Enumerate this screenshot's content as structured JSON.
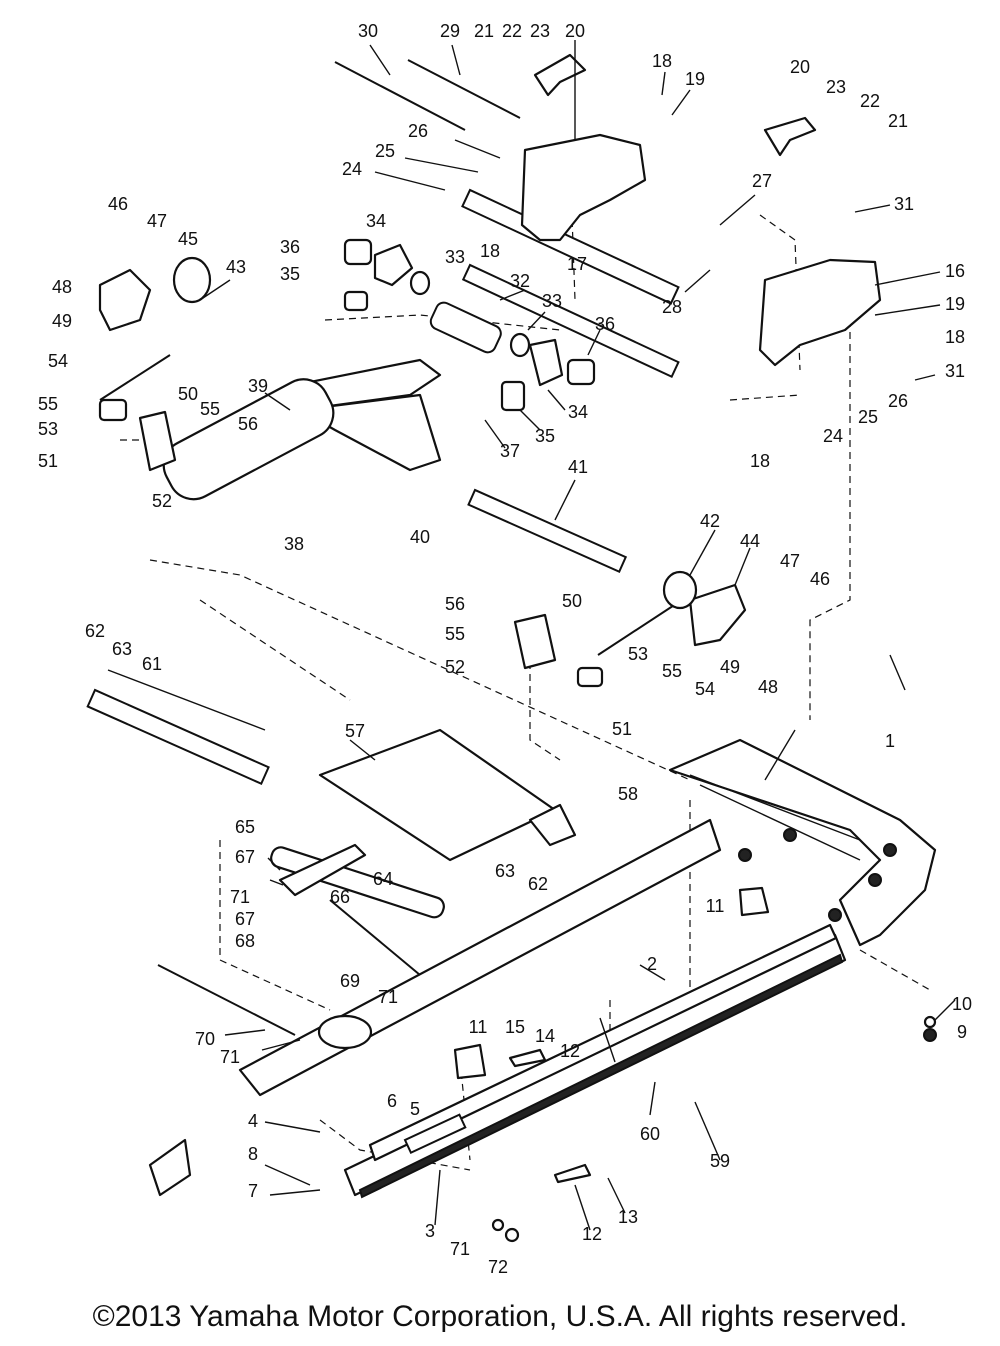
{
  "labels": [
    "30",
    "29",
    "21",
    "22",
    "23",
    "20",
    "18",
    "19",
    "20",
    "23",
    "22",
    "21",
    "26",
    "25",
    "24",
    "27",
    "31",
    "46",
    "47",
    "45",
    "34",
    "36",
    "33",
    "18",
    "17",
    "16",
    "48",
    "49",
    "43",
    "35",
    "32",
    "33",
    "28",
    "19",
    "18",
    "36",
    "54",
    "55",
    "53",
    "51",
    "50",
    "55",
    "56",
    "39",
    "34",
    "35",
    "37",
    "31",
    "26",
    "25",
    "24",
    "18",
    "52",
    "38",
    "40",
    "41",
    "42",
    "44",
    "47",
    "46",
    "56",
    "55",
    "52",
    "50",
    "53",
    "55",
    "54",
    "49",
    "48",
    "51",
    "62",
    "63",
    "61",
    "57",
    "58",
    "1",
    "65",
    "67",
    "64",
    "71",
    "66",
    "67",
    "68",
    "63",
    "62",
    "11",
    "69",
    "71",
    "2",
    "10",
    "9",
    "70",
    "71",
    "15",
    "14",
    "12",
    "11",
    "6",
    "5",
    "4",
    "60",
    "59",
    "8",
    "7",
    "3",
    "12",
    "13",
    "71",
    "72"
  ],
  "copyright": "©2013 Yamaha Motor Corporation, U.S.A. All rights reserved."
}
